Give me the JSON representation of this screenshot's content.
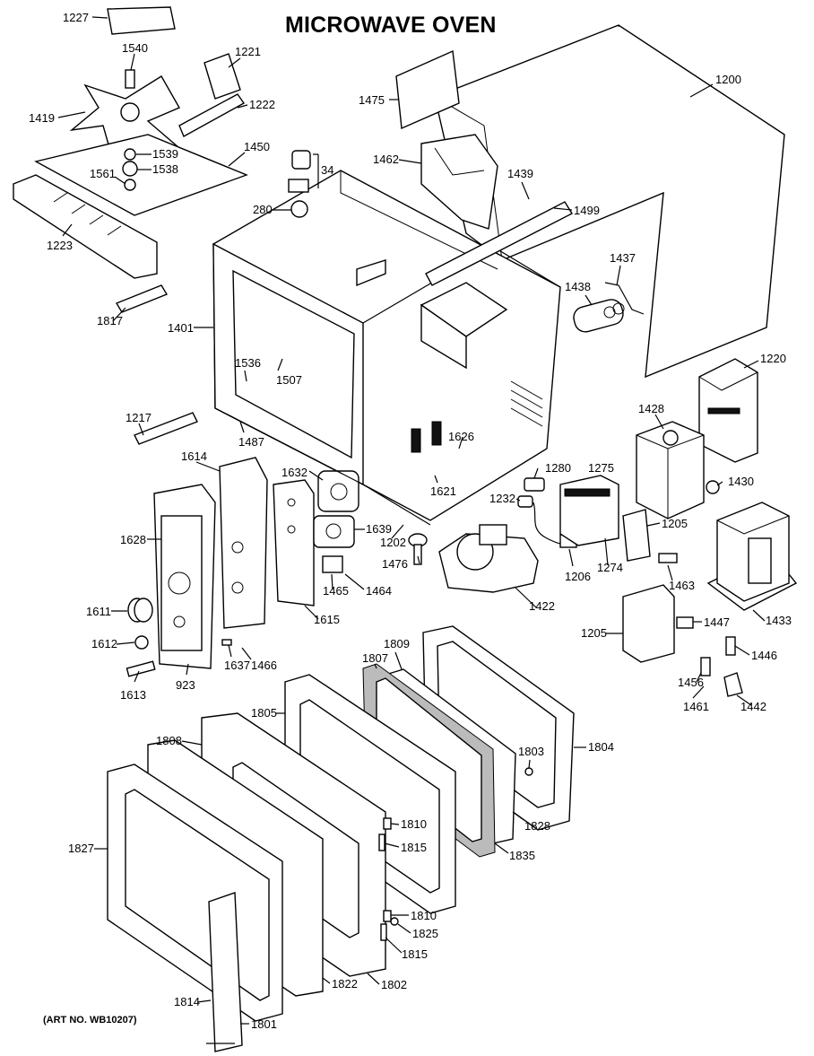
{
  "title": "MICROWAVE OVEN",
  "art_number": "(ART NO. WB10207)",
  "labels": {
    "p1227": "1227",
    "p1540": "1540",
    "p1221": "1221",
    "p1222": "1222",
    "p1419": "1419",
    "p1539": "1539",
    "p1538": "1538",
    "p1561": "1561",
    "p1450": "1450",
    "p1223": "1223",
    "p34": "34",
    "p280": "280",
    "p1475": "1475",
    "p1200": "1200",
    "p1462": "1462",
    "p1439": "1439",
    "p1499": "1499",
    "p1437": "1437",
    "p1438": "1438",
    "p1817": "1817",
    "p1401": "1401",
    "p1536": "1536",
    "p1507": "1507",
    "p1220": "1220",
    "p1217": "1217",
    "p1487": "1487",
    "p1428": "1428",
    "p1614": "1614",
    "p1632": "1632",
    "p1626": "1626",
    "p1280": "1280",
    "p1275": "1275",
    "p1430": "1430",
    "p1232": "1232",
    "p1621": "1621",
    "p1628": "1628",
    "p1639": "1639",
    "p1202": "1202",
    "p1205a": "1205",
    "p1476": "1476",
    "p1206": "1206",
    "p1274": "1274",
    "p1463": "1463",
    "p1465": "1465",
    "p1464": "1464",
    "p1422": "1422",
    "p1433": "1433",
    "p1611": "1611",
    "p1615": "1615",
    "p1205b": "1205",
    "p1447": "1447",
    "p1612": "1612",
    "p1637": "1637",
    "p1466": "1466",
    "p1446": "1446",
    "p1613": "1613",
    "p923": "923",
    "p1809": "1809",
    "p1807": "1807",
    "p1456": "1456",
    "p1461": "1461",
    "p1442": "1442",
    "p1805": "1805",
    "p1808": "1808",
    "p1803": "1803",
    "p1804": "1804",
    "p1828": "1828",
    "p1810a": "1810",
    "p1815a": "1815",
    "p1835": "1835",
    "p1827": "1827",
    "p1810b": "1810",
    "p1825": "1825",
    "p1815b": "1815",
    "p1822": "1822",
    "p1802": "1802",
    "p1814": "1814",
    "p1801": "1801"
  }
}
